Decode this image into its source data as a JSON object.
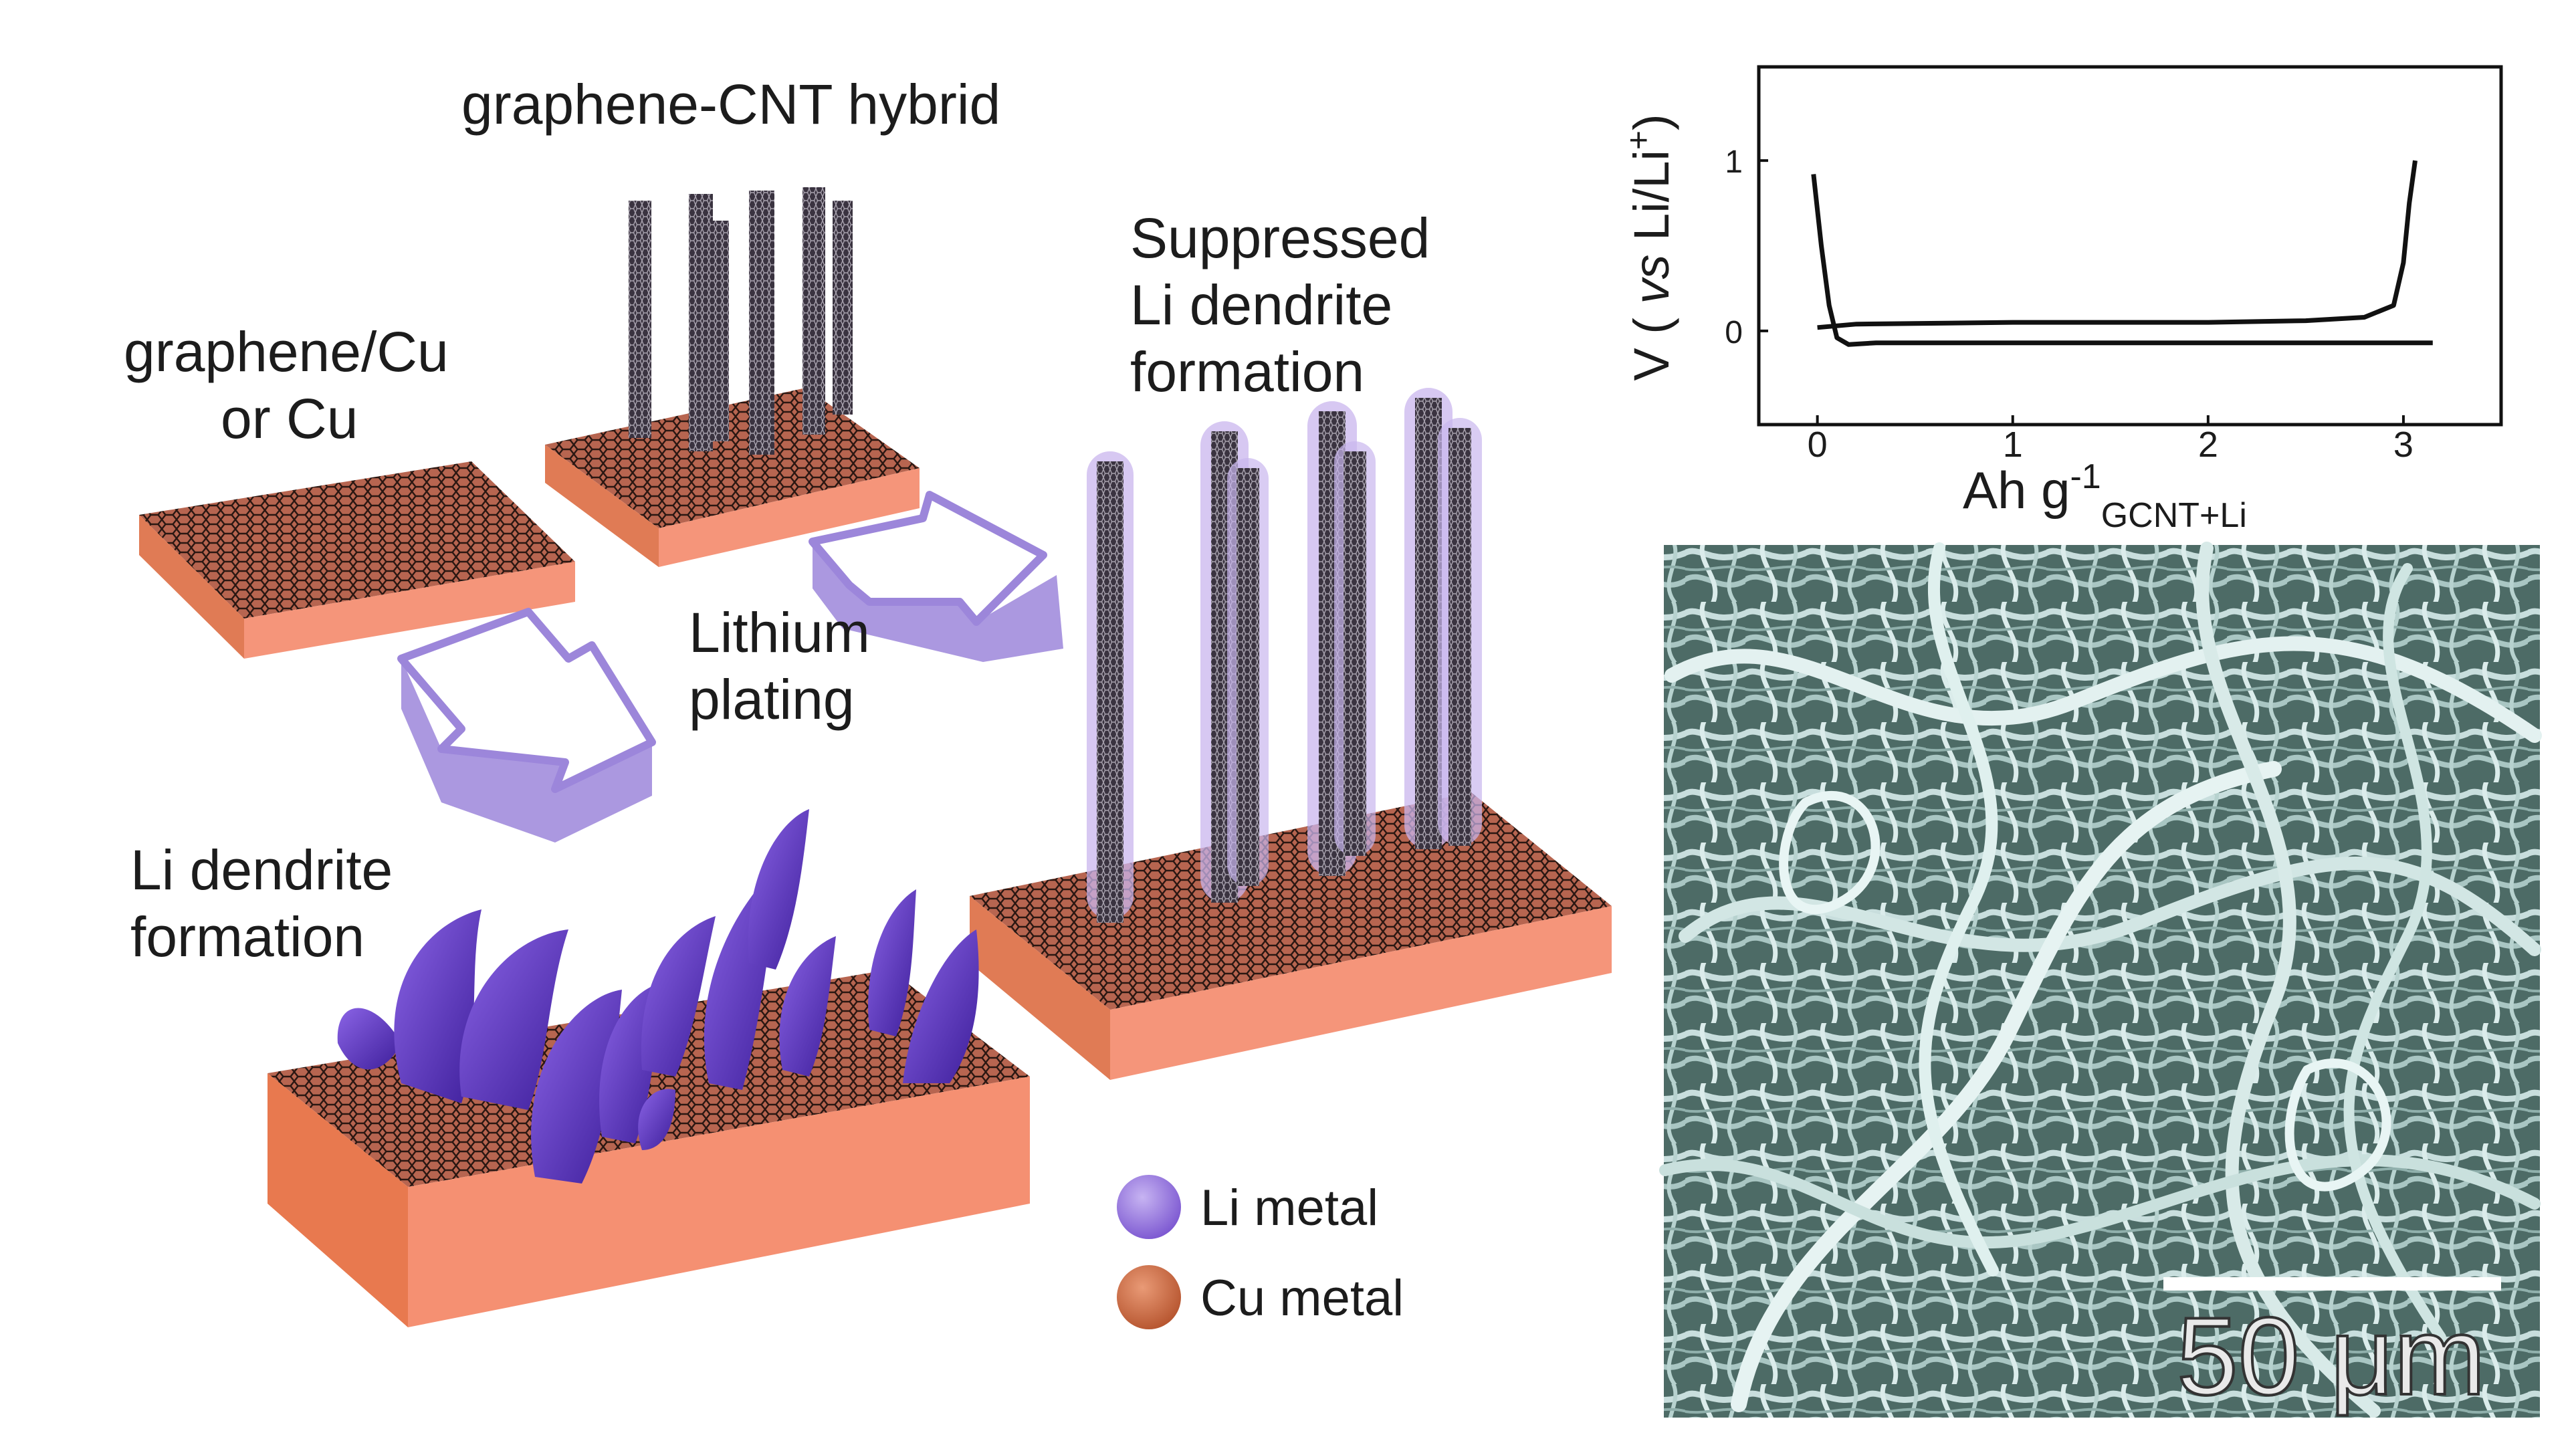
{
  "labels": {
    "hybrid": "graphene-CNT hybrid",
    "cu_line1": "graphene/Cu",
    "cu_line2": "or Cu",
    "suppressed_line1": "Suppressed",
    "suppressed_line2": "Li dendrite",
    "suppressed_line3": "formation",
    "plating_line1": "Lithium",
    "plating_line2": "plating",
    "dendrite_line1": "Li dendrite",
    "dendrite_line2": "formation"
  },
  "legend": {
    "items": [
      {
        "label": "Li metal",
        "color": "#8a6fd0"
      },
      {
        "label": "Cu metal",
        "color": "#d2693f"
      }
    ]
  },
  "sem": {
    "scale_bar_label": "50 μm"
  },
  "colors": {
    "copper": "#f09372",
    "copper_side": "#e8744e",
    "lithium": "#6a3fc8",
    "lithium_shell": "#b39be8",
    "arrow": "#9c86da",
    "sem_bg": "#5d7a74"
  },
  "chart_data": {
    "type": "line",
    "ylabel": "V ( vs Li/Li⁺)",
    "ylabel_parts": {
      "main": "V ( ",
      "italic": "vs",
      "rest": " Li/Li",
      "sup": "+",
      "close": ")"
    },
    "xlabel_parts": {
      "main": "Ah g",
      "sup": "-1",
      "sub": "GCNT+Li"
    },
    "xlim": [
      -0.3,
      3.5
    ],
    "ylim": [
      -0.55,
      1.55
    ],
    "xticks": [
      "0",
      "1",
      "2",
      "3"
    ],
    "xtick_values": [
      0,
      1,
      2,
      3
    ],
    "yticks": [
      "1",
      "0"
    ],
    "ytick_values": [
      1,
      0
    ],
    "grid": false,
    "series": [
      {
        "x": [
          -0.02,
          0.02,
          0.06,
          0.1,
          0.16,
          0.3,
          1.0,
          2.0,
          2.7,
          3.15
        ],
        "y": [
          0.92,
          0.5,
          0.15,
          -0.04,
          -0.08,
          -0.07,
          -0.07,
          -0.07,
          -0.07,
          -0.07
        ]
      },
      {
        "x": [
          0.0,
          0.2,
          1.0,
          2.0,
          2.5,
          2.8,
          2.95,
          3.0,
          3.03,
          3.06
        ],
        "y": [
          0.02,
          0.04,
          0.05,
          0.05,
          0.06,
          0.08,
          0.15,
          0.4,
          0.75,
          1.0
        ]
      }
    ]
  }
}
